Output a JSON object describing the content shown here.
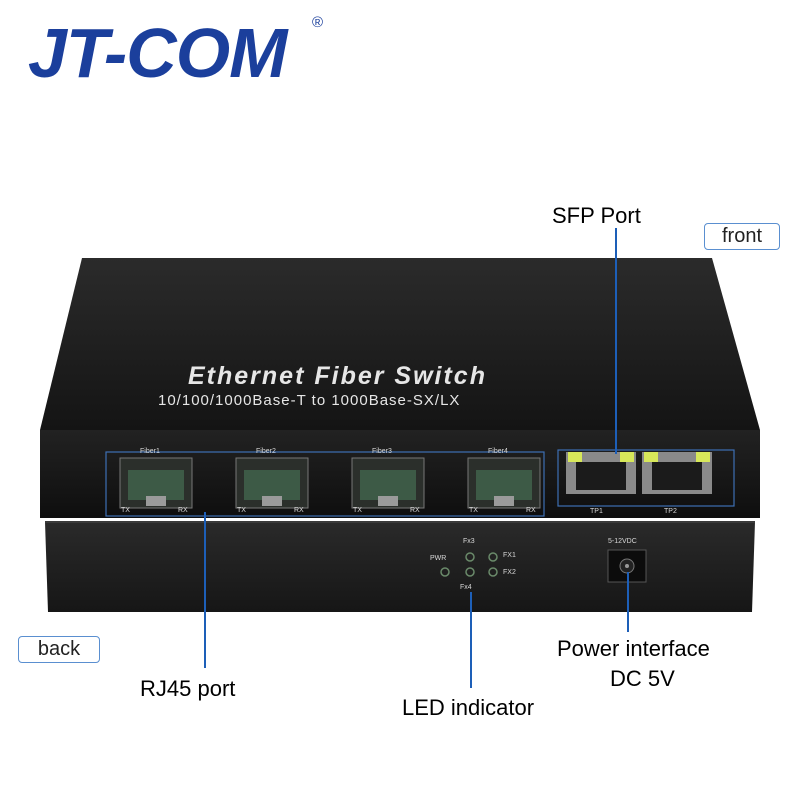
{
  "brand": {
    "name": "JT-COM",
    "registered": "®"
  },
  "device": {
    "title": "Ethernet Fiber Switch",
    "subtitle": "10/100/1000Base-T to 1000Base-SX/LX",
    "fiber_ports": [
      {
        "label": "Fiber1",
        "tx": "TX",
        "rx": "RX"
      },
      {
        "label": "Fiber2",
        "tx": "TX",
        "rx": "RX"
      },
      {
        "label": "Fiber3",
        "tx": "TX",
        "rx": "RX"
      },
      {
        "label": "Fiber4",
        "tx": "TX",
        "rx": "RX"
      }
    ],
    "rj45_ports": [
      "TP1",
      "TP2"
    ],
    "leds": {
      "pwr": "PWR",
      "fx1": "FX1",
      "fx2": "FX2",
      "fx3": "Fx3",
      "fx4": "Fx4"
    },
    "power_rating": "5-12VDC"
  },
  "callouts": {
    "sfp_port": "SFP Port",
    "front": "front",
    "back": "back",
    "rj45_port": "RJ45 port",
    "led_indicator": "LED indicator",
    "power_interface_line1": "Power interface",
    "power_interface_line2": "DC 5V"
  },
  "colors": {
    "brand": "#1b3f9c",
    "callout_line": "#1d5fb8",
    "device_body": "#1a1a1a",
    "led": "#3a5a3a",
    "port_led": "#d7e85a"
  }
}
